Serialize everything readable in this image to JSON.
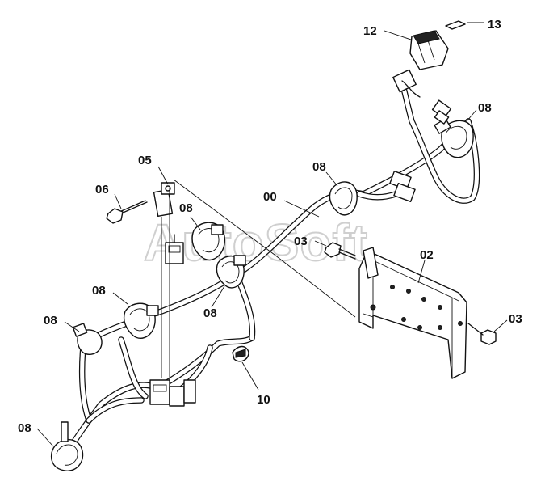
{
  "watermark": "AutoSoft",
  "callouts": [
    {
      "id": "c12",
      "text": "12"
    },
    {
      "id": "c13",
      "text": "13"
    },
    {
      "id": "c08a",
      "text": "08"
    },
    {
      "id": "c05",
      "text": "05"
    },
    {
      "id": "c06",
      "text": "06"
    },
    {
      "id": "c08b",
      "text": "08"
    },
    {
      "id": "c00",
      "text": "00"
    },
    {
      "id": "c08c",
      "text": "08"
    },
    {
      "id": "c03a",
      "text": "03"
    },
    {
      "id": "c02",
      "text": "02"
    },
    {
      "id": "c08d",
      "text": "08"
    },
    {
      "id": "c08e",
      "text": "08"
    },
    {
      "id": "c08f",
      "text": "08"
    },
    {
      "id": "c03b",
      "text": "03"
    },
    {
      "id": "c10",
      "text": "10"
    },
    {
      "id": "c08g",
      "text": "08"
    }
  ]
}
